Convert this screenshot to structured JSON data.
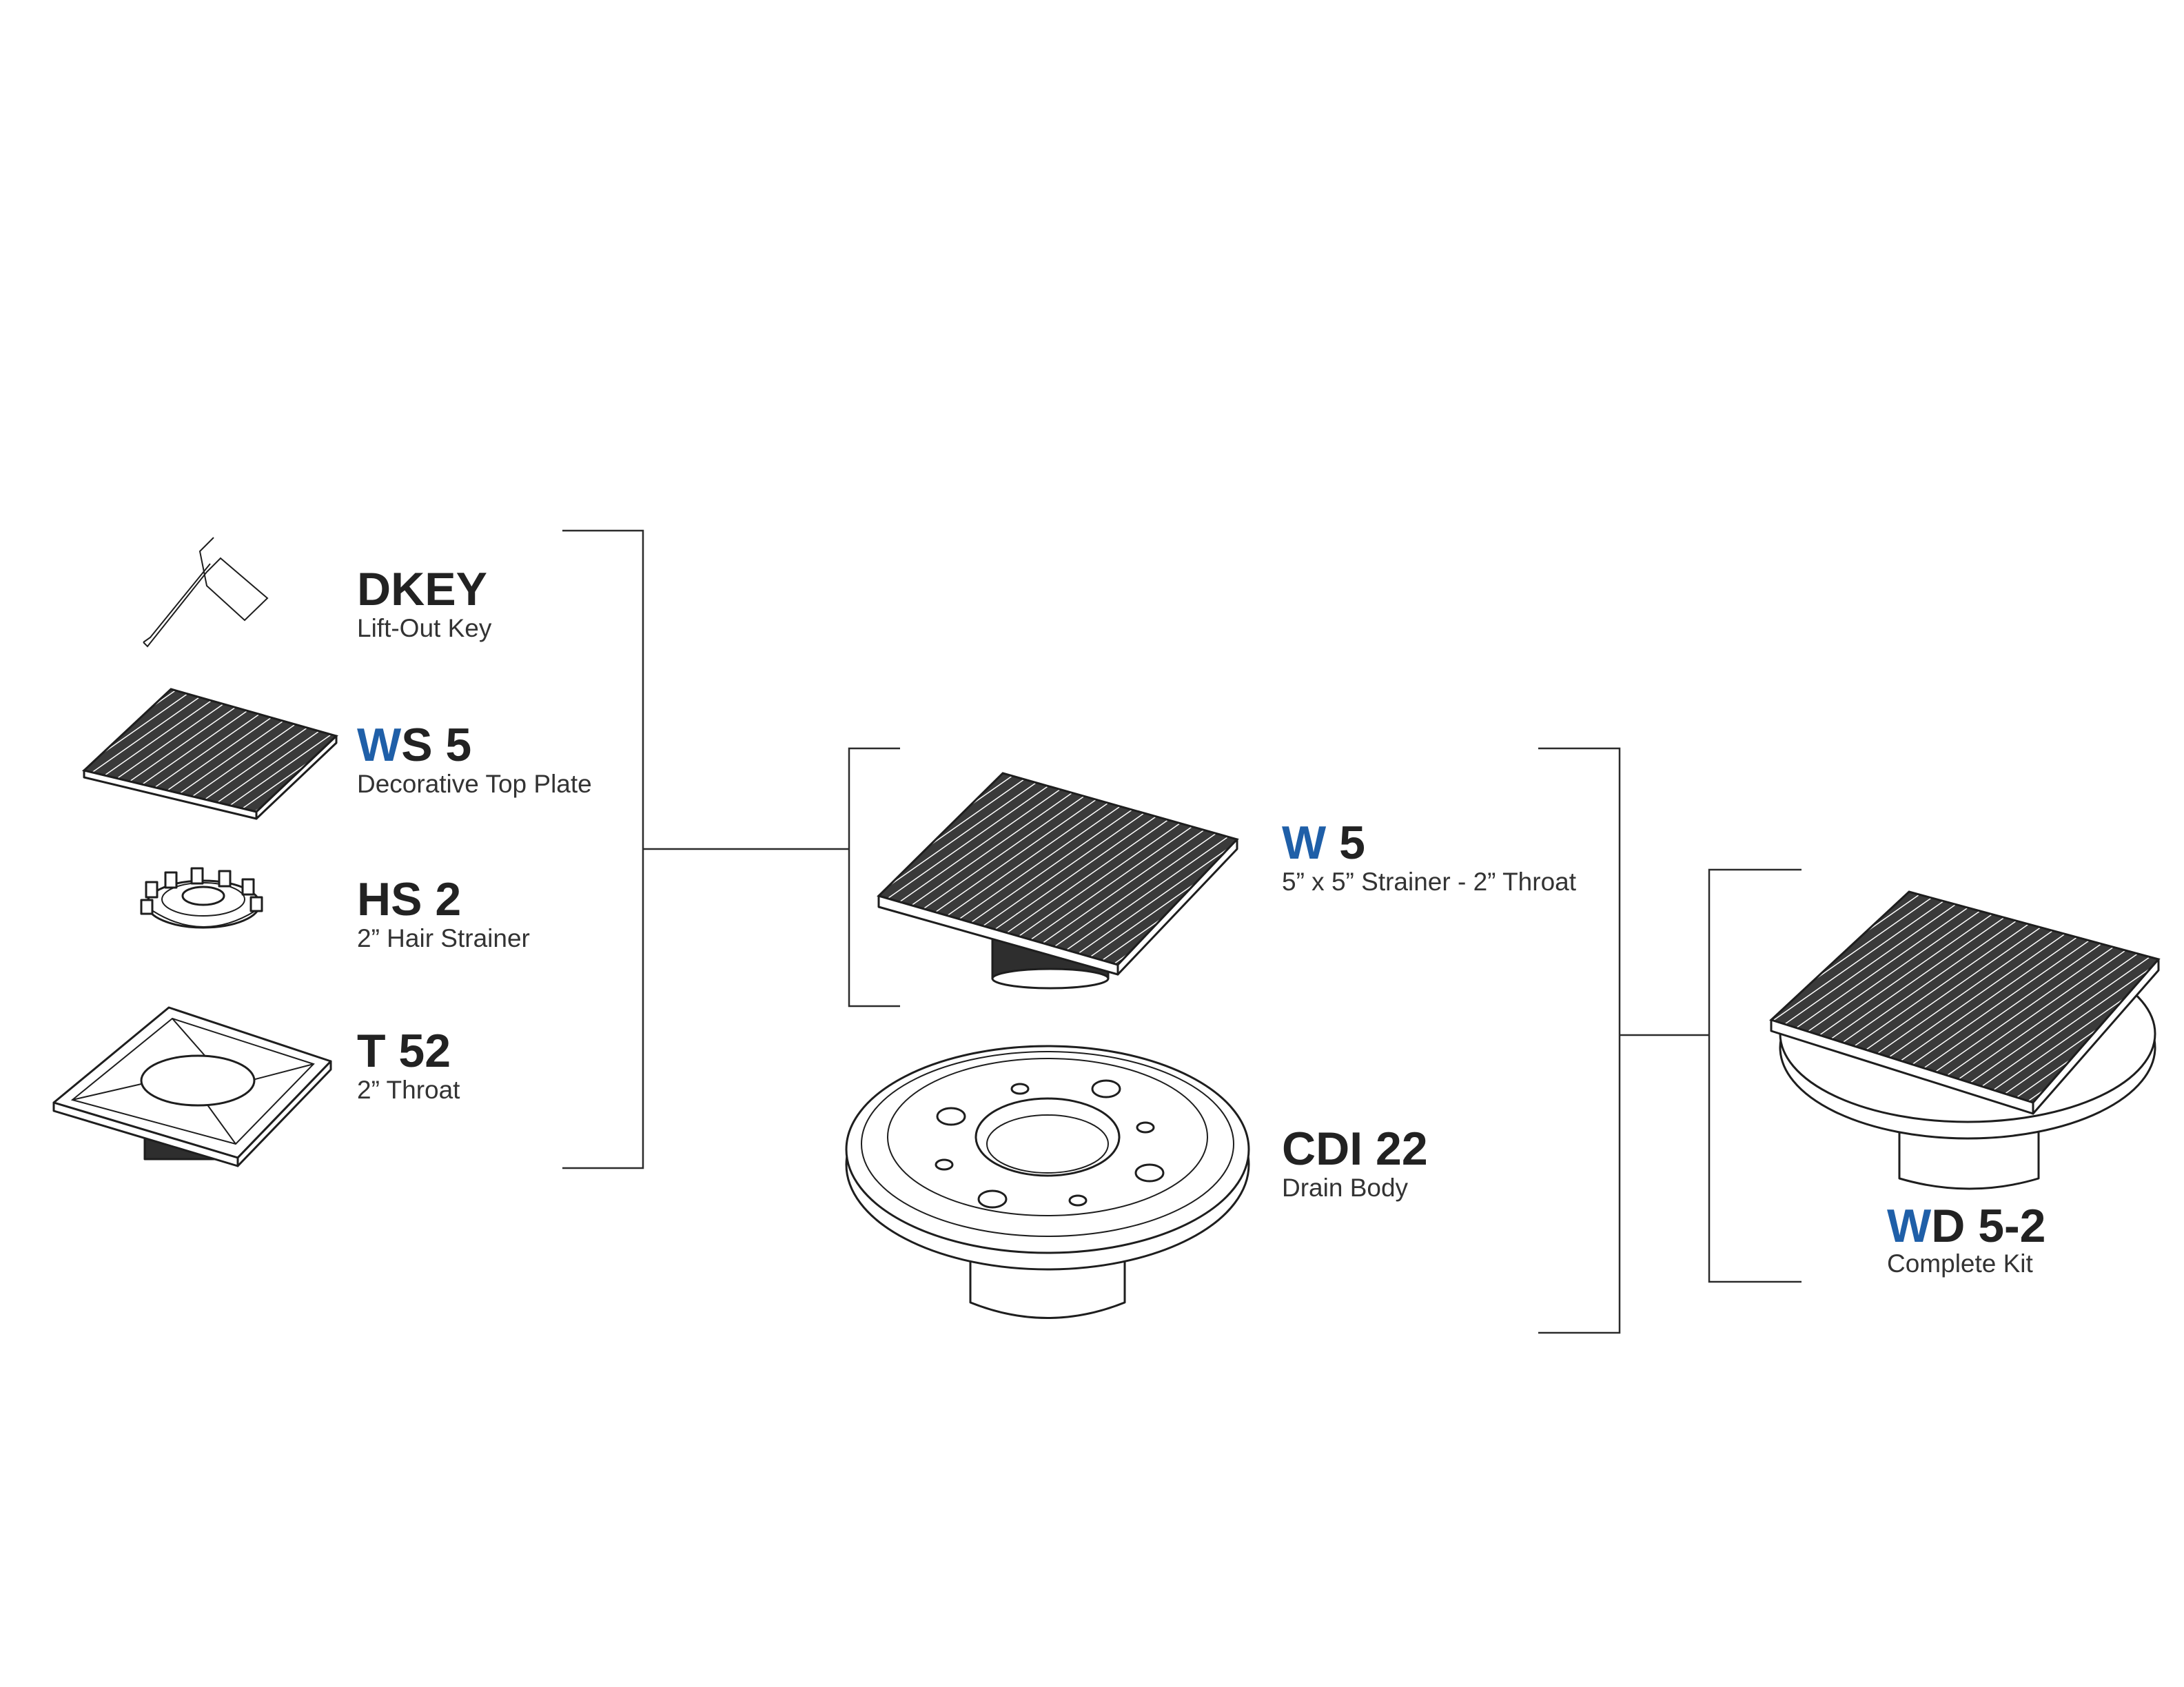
{
  "parts": {
    "dkey": {
      "code_blue": "",
      "code_rest": "DKEY",
      "description": "Lift-Out Key",
      "icon": "lift-out-key-icon"
    },
    "ws5": {
      "code_blue": "W",
      "code_rest": "S 5",
      "description": "Decorative Top Plate",
      "icon": "grated-top-plate-icon"
    },
    "hs2": {
      "code_blue": "",
      "code_rest": "HS 2",
      "description": "2” Hair Strainer",
      "icon": "hair-strainer-icon"
    },
    "t52": {
      "code_blue": "",
      "code_rest": "T 52",
      "description": "2” Throat",
      "icon": "throat-tray-icon"
    },
    "w5": {
      "code_blue": "W",
      "code_rest": " 5",
      "description": "5” x 5” Strainer - 2” Throat",
      "icon": "square-strainer-icon"
    },
    "cdi22": {
      "code_blue": "",
      "code_rest": "CDI 22",
      "description": "Drain Body",
      "icon": "drain-body-icon"
    },
    "wd52": {
      "code_blue": "W",
      "code_rest": "D 5-2",
      "description": "Complete Kit",
      "icon": "complete-drain-kit-icon"
    }
  },
  "colors": {
    "accent": "#1f5fa8",
    "text": "#222222",
    "line": "#2b2b2b"
  }
}
